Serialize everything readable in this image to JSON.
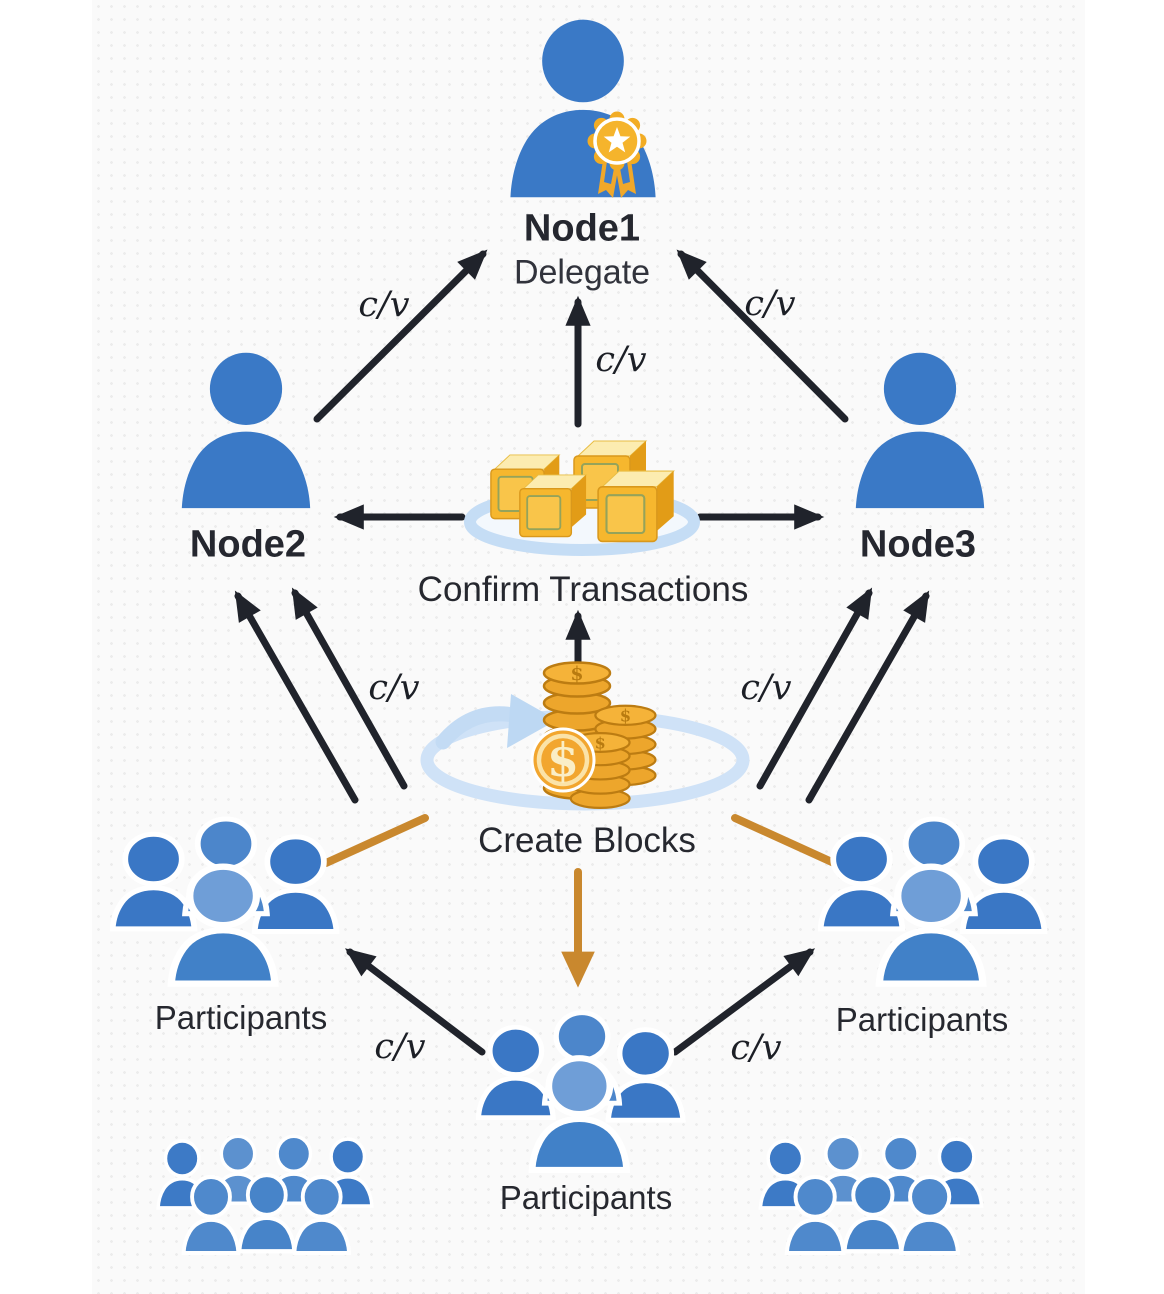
{
  "diagram": {
    "nodes": {
      "node1": {
        "label": "Node1",
        "role": "Delegate"
      },
      "node2": {
        "label": "Node2"
      },
      "node3": {
        "label": "Node3"
      }
    },
    "actions": {
      "confirm": "Confirm Transactions",
      "create": "Create Blocks"
    },
    "participants": {
      "left": {
        "label": "Participants"
      },
      "center": {
        "label": "Participants"
      },
      "right": {
        "label": "Participants"
      }
    },
    "edge_label": "c/v",
    "icons": {
      "node1": "delegate-person-with-award-badge-icon",
      "node2": "person-icon",
      "node3": "person-icon",
      "confirm": "gold-blocks-on-plate-icon",
      "create": "coin-stacks-cycle-icon",
      "participant_group": "people-group-icon",
      "crowd": "people-crowd-icon"
    },
    "colors": {
      "person_blue": "#3a79c6",
      "person_light_blue": "#6f9ed7",
      "arrow_black": "#20232b",
      "accent_orange": "#c9882e",
      "gold": "#f5b42c",
      "cycle_light_blue": "#c9dff6",
      "text_dark": "#25272f",
      "background": "#fafafa"
    }
  }
}
